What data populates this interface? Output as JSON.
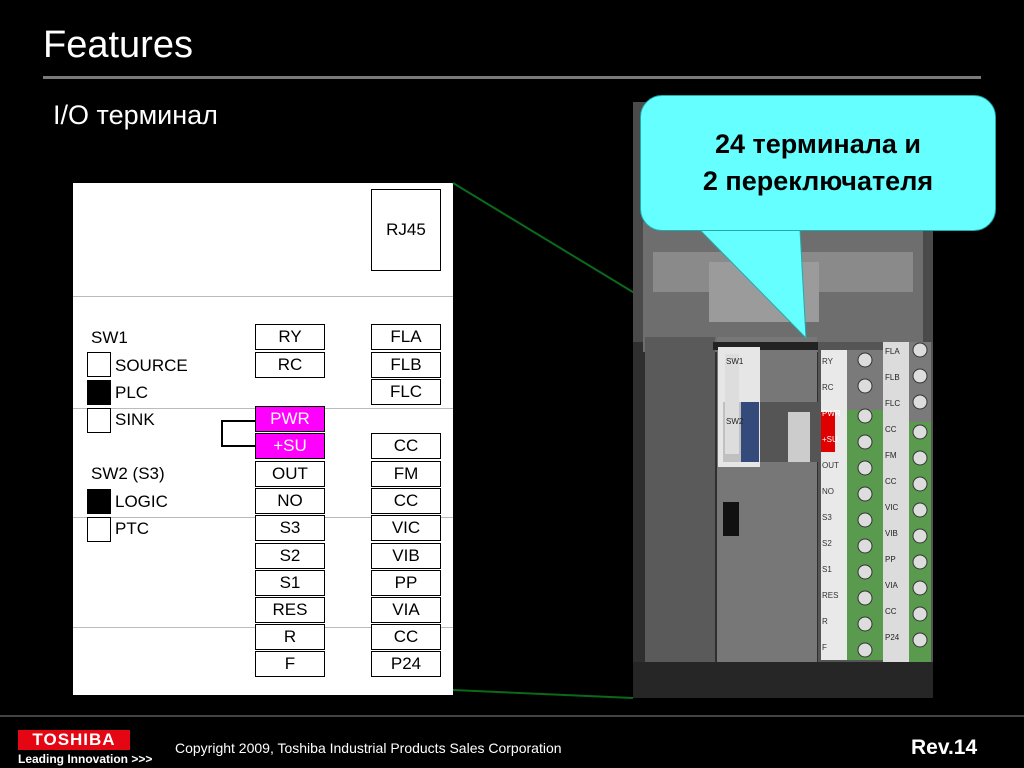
{
  "slide": {
    "title": "Features",
    "subtitle": "I/O терминал"
  },
  "callout": {
    "line1": "24 терминала и",
    "line2": "2 переключателя",
    "color": "#66ffff"
  },
  "panel": {
    "rj45": "RJ45",
    "sw1_label": "SW1",
    "sw1_options": [
      {
        "label": "SOURCE",
        "filled": false
      },
      {
        "label": "PLC",
        "filled": true
      },
      {
        "label": "SINK",
        "filled": false
      }
    ],
    "sw2_label": "SW2 (S3)",
    "sw2_options": [
      {
        "label": "LOGIC",
        "filled": true
      },
      {
        "label": "PTC",
        "filled": false
      }
    ],
    "left_terminals": [
      "RY",
      "RC",
      "PWR",
      "+SU",
      "OUT",
      "NO",
      "S3",
      "S2",
      "S1",
      "RES",
      "R",
      "F"
    ],
    "right_terminals": [
      "FLA",
      "FLB",
      "FLC",
      "CC",
      "FM",
      "CC",
      "VIC",
      "VIB",
      "PP",
      "VIA",
      "CC",
      "P24"
    ],
    "highlight_color": "#ff00ff"
  },
  "photo_labels": {
    "switch": [
      "SW1",
      "SW2"
    ],
    "left_strip": [
      "RY",
      "RC",
      "PWR",
      "+SU",
      "OUT",
      "NO",
      "S3",
      "S2",
      "S1",
      "RES",
      "R",
      "F"
    ],
    "right_strip": [
      "FLA",
      "FLB",
      "FLC",
      "CC",
      "FM",
      "CC",
      "VIC",
      "VIB",
      "PP",
      "VIA",
      "CC",
      "P24"
    ]
  },
  "footer": {
    "brand": "TOSHIBA",
    "tagline": "Leading Innovation >>>",
    "copyright": "Copyright 2009, Toshiba Industrial Products Sales Corporation",
    "revision": "Rev.14",
    "brand_color": "#e40613"
  }
}
